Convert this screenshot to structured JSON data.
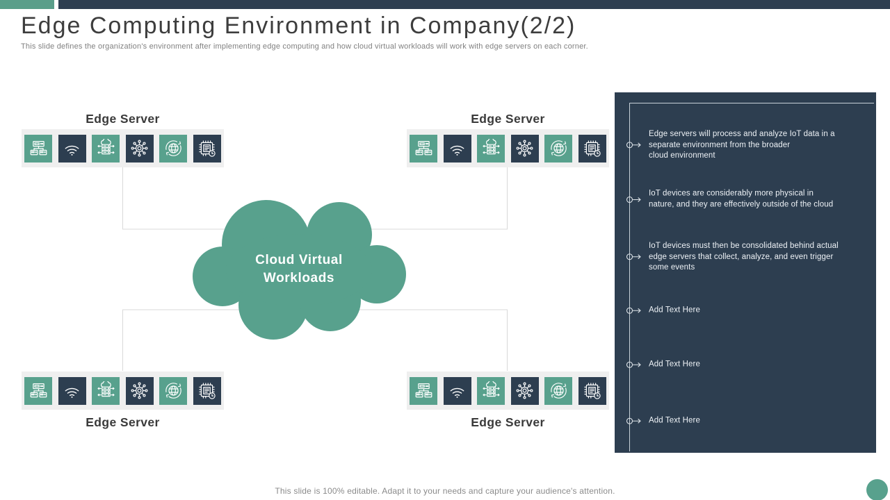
{
  "slide": {
    "title": "Edge Computing Environment in Company(2/2)",
    "subtitle": "This slide defines the organization's environment after implementing edge computing and how cloud virtual workloads will work with edge servers on each corner.",
    "footer": "This slide is 100% editable. Adapt it to your needs and capture your audience's attention."
  },
  "cloud": {
    "line1": "Cloud Virtual",
    "line2": "Workloads"
  },
  "groups": [
    {
      "id": "top-left",
      "label": "Edge Server"
    },
    {
      "id": "top-right",
      "label": "Edge Server"
    },
    {
      "id": "bottom-left",
      "label": "Edge Server"
    },
    {
      "id": "bottom-right",
      "label": "Edge Server"
    }
  ],
  "icon_names": [
    "network-servers-icon",
    "wifi-icon",
    "cloud-server-icon",
    "network-hub-icon",
    "globe-sync-icon",
    "chip-clock-icon"
  ],
  "sidebar": {
    "bullets": [
      {
        "text": "Edge servers will process and analyze IoT data in a\nseparate environment from the broader\ncloud environment"
      },
      {
        "text": "IoT devices are considerably more physical in\nnature, and they are effectively outside of the cloud"
      },
      {
        "text": "IoT devices must then be consolidated behind actual\nedge servers that collect, analyze, and even trigger\nsome events"
      },
      {
        "text": "Add Text Here"
      },
      {
        "text": "Add Text Here"
      },
      {
        "text": "Add Text Here"
      }
    ]
  },
  "colors": {
    "teal": "#58a18d",
    "navy": "#2d3e50",
    "strip_background": "#efefef",
    "connector_gray": "#d9d9d9",
    "panel_line": "#c9d2d9",
    "title_text": "#3d3d3d",
    "muted_text": "#808080"
  }
}
